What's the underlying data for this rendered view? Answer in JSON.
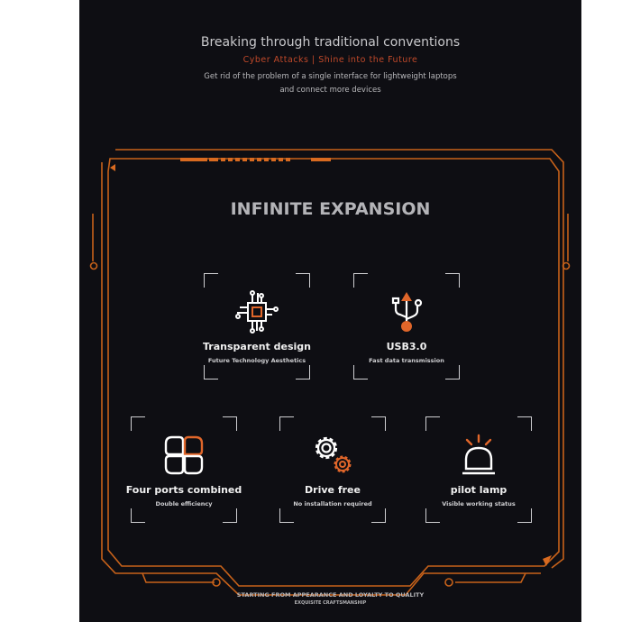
{
  "header": {
    "headline": "Breaking through traditional conventions",
    "tagline": "Cyber Attacks | Shine into the Future",
    "description_line1": "Get rid of the problem of a single interface for lightweight laptops",
    "description_line2": "and connect more devices"
  },
  "section_title": "INFINITE EXPANSION",
  "features": [
    {
      "title": "Transparent design",
      "subtitle": "Future Technology Aesthetics",
      "icon": "chip-icon"
    },
    {
      "title": "USB3.0",
      "subtitle": "Fast data transmission",
      "icon": "usb-icon"
    },
    {
      "title": "Four ports combined",
      "subtitle": "Double efficiency",
      "icon": "four-ports-icon"
    },
    {
      "title": "Drive free",
      "subtitle": "No installation required",
      "icon": "gears-icon"
    },
    {
      "title": "pilot lamp",
      "subtitle": "Visible working status",
      "icon": "lamp-icon"
    }
  ],
  "footer": {
    "line1": "STARTING FROM APPEARANCE AND LOYALTY TO QUALITY",
    "line2": "EXQUISITE CRAFTSMANSHIP"
  },
  "colors": {
    "background": "#0e0e13",
    "accent": "#e0662a",
    "frame": "#c8621a"
  }
}
